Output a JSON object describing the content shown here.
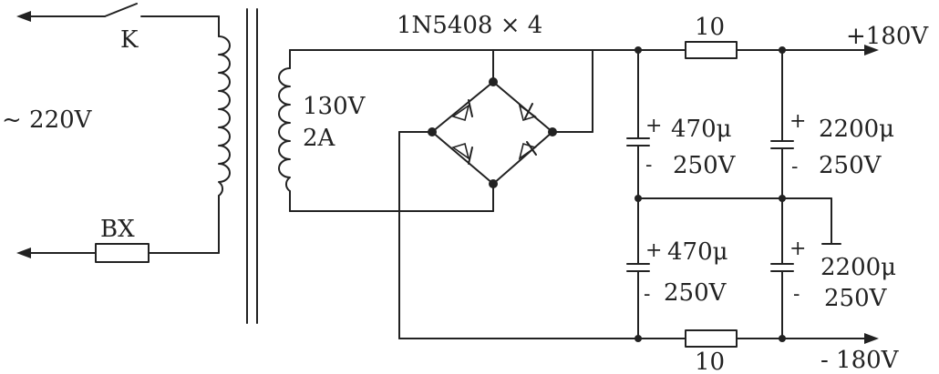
{
  "switch_label": "K",
  "input_voltage": "~ 220V",
  "fuse_label": "BX",
  "secondary": {
    "voltage": "130V",
    "current": "2A"
  },
  "bridge_label": "1N5408 × 4",
  "resistor_top": "10",
  "resistor_bottom": "10",
  "output_pos": "+180V",
  "output_neg": "- 180V",
  "cap_upper_left": {
    "value": "470μ",
    "voltage": "250V",
    "plus": "+",
    "minus": "-"
  },
  "cap_upper_right": {
    "value": "2200μ",
    "voltage": "250V",
    "plus": "+",
    "minus": "-"
  },
  "cap_lower_left": {
    "value": "470μ",
    "voltage": "250V",
    "plus": "+",
    "minus": "-"
  },
  "cap_lower_right": {
    "value": "2200μ",
    "voltage": "250V",
    "plus": "+",
    "minus": "-"
  }
}
